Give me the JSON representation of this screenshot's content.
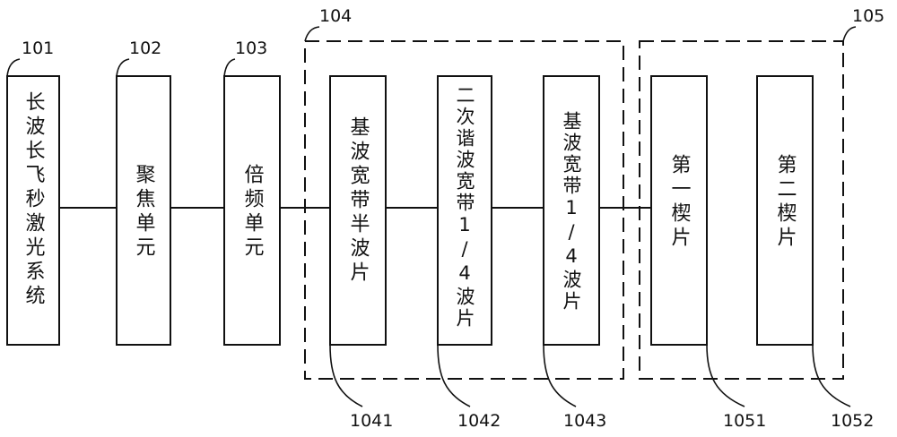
{
  "blocks": [
    {
      "ref": "101",
      "label": "长波长飞秒激光系统"
    },
    {
      "ref": "102",
      "label": "聚焦单元"
    },
    {
      "ref": "103",
      "label": "倍频单元"
    },
    {
      "ref": "1041",
      "label": "基波宽带半波片"
    },
    {
      "ref": "1042",
      "label": "二次谐波宽带1/4波片"
    },
    {
      "ref": "1043",
      "label": "基波宽带1/4波片"
    },
    {
      "ref": "1051",
      "label": "第一楔片"
    },
    {
      "ref": "1052",
      "label": "第二楔片"
    }
  ],
  "groups": [
    {
      "ref": "104"
    },
    {
      "ref": "105"
    }
  ]
}
